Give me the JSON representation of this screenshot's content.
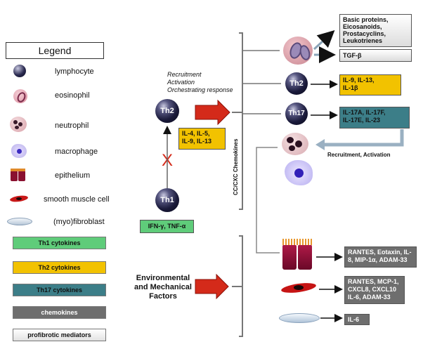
{
  "legend": {
    "title": "Legend",
    "items": [
      {
        "label": "lymphocyte",
        "icon": "lymphocyte-icon"
      },
      {
        "label": "eosinophil",
        "icon": "eosinophil-icon"
      },
      {
        "label": "neutrophil",
        "icon": "neutrophil-icon"
      },
      {
        "label": "macrophage",
        "icon": "macrophage-icon"
      },
      {
        "label": "epithelium",
        "icon": "epithelium-icon"
      },
      {
        "label": "smooth muscle cell",
        "icon": "smooth-muscle-icon"
      },
      {
        "label": "(myo)fibroblast",
        "icon": "fibroblast-icon"
      }
    ],
    "color_keys": [
      {
        "label": "Th1 cytokines",
        "color": "#5fcc7a"
      },
      {
        "label": "Th2 cytokines",
        "color": "#f2c200"
      },
      {
        "label": "Th17 cytokines",
        "color": "#3c7e88"
      },
      {
        "label": "chemokines",
        "color": "#6e6e6e"
      },
      {
        "label": "profibrotic mediators",
        "color": "#f4f4f4"
      }
    ]
  },
  "center": {
    "note": [
      "Recruitment",
      "Activation",
      "Orchestrating response"
    ],
    "th2_label": "Th2",
    "th1_label": "Th1",
    "th2_cytokines": [
      "IL-4, IL-5,",
      "IL-9, IL-13"
    ],
    "block_mark": "X",
    "th1_cytokines": "IFN-γ, TNF-α",
    "env_factors": [
      "Environmental",
      "and Mechanical",
      "Factors"
    ]
  },
  "right": {
    "eos_products": [
      "Basic proteins,",
      "Eicosanoids,",
      "Prostacyclins,",
      "Leukotrienes"
    ],
    "tgf": "TGF-β",
    "th2_label": "Th2",
    "th2_box": [
      "IL-9, IL-13,",
      "IL-1β"
    ],
    "th17_label": "Th17",
    "th17_box": [
      "IL-17A, IL-17F,",
      "IL-17E, IL-23"
    ],
    "recruit_label": "Recruitment, Activation",
    "chemokines_vertical": "CC/CXC Chemokines",
    "epi_box": [
      "RANTES, Eotaxin, IL-",
      "8, MIP-1α, ADAM-33"
    ],
    "smc_box": [
      "RANTES, MCP-1,",
      "CXCL8, CXCL10",
      "IL-6, ADAM-33"
    ],
    "fib_box": "IL-6"
  },
  "colors": {
    "arrow_red": "#d42a1a",
    "teal": "#3c7e88",
    "yellow": "#f2c200",
    "gray": "#6e6e6e",
    "green": "#5fcc7a"
  }
}
